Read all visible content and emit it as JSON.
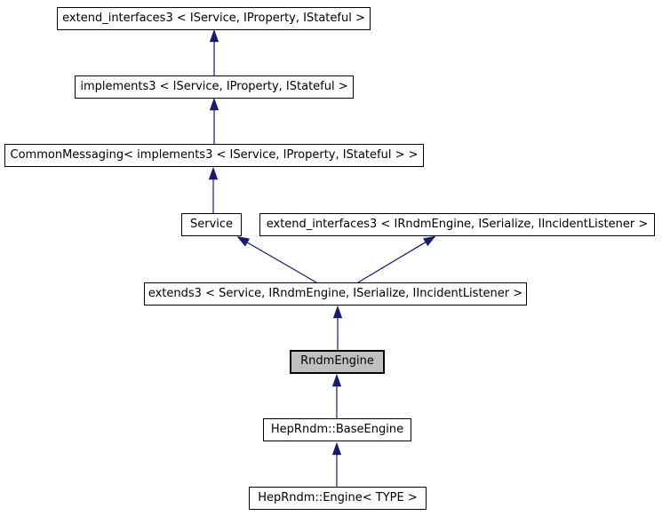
{
  "diagram": {
    "type": "class-inheritance-diagram",
    "highlighted_node": "RndmEngine",
    "colors": {
      "arrow": "#191970",
      "node_border": "#000000",
      "node_fill": "#ffffff",
      "highlight_fill": "#bfbfbf",
      "background": "#ffffff",
      "text": "#000000"
    },
    "nodes": [
      {
        "id": "extend_interfaces3_iservice",
        "label": "extend_interfaces3 < IService, IProperty, IStateful >"
      },
      {
        "id": "implements3",
        "label": "implements3 < IService, IProperty, IStateful >"
      },
      {
        "id": "common_messaging",
        "label": "CommonMessaging< implements3 < IService, IProperty, IStateful > >"
      },
      {
        "id": "service",
        "label": "Service"
      },
      {
        "id": "extend_interfaces3_irndmengine",
        "label": "extend_interfaces3 < IRndmEngine, ISerialize, IIncidentListener >"
      },
      {
        "id": "extends3",
        "label": "extends3 < Service, IRndmEngine, ISerialize, IIncidentListener >"
      },
      {
        "id": "rndm_engine",
        "label": "RndmEngine",
        "highlighted": true
      },
      {
        "id": "heprndm_base_engine",
        "label": "HepRndm::BaseEngine"
      },
      {
        "id": "heprndm_engine_type",
        "label": "HepRndm::Engine< TYPE >"
      }
    ],
    "edges": [
      {
        "from": "implements3",
        "to": "extend_interfaces3_iservice"
      },
      {
        "from": "common_messaging",
        "to": "implements3"
      },
      {
        "from": "service",
        "to": "common_messaging"
      },
      {
        "from": "extends3",
        "to": "service"
      },
      {
        "from": "extends3",
        "to": "extend_interfaces3_irndmengine"
      },
      {
        "from": "rndm_engine",
        "to": "extends3"
      },
      {
        "from": "heprndm_base_engine",
        "to": "rndm_engine"
      },
      {
        "from": "heprndm_engine_type",
        "to": "heprndm_base_engine"
      }
    ]
  }
}
